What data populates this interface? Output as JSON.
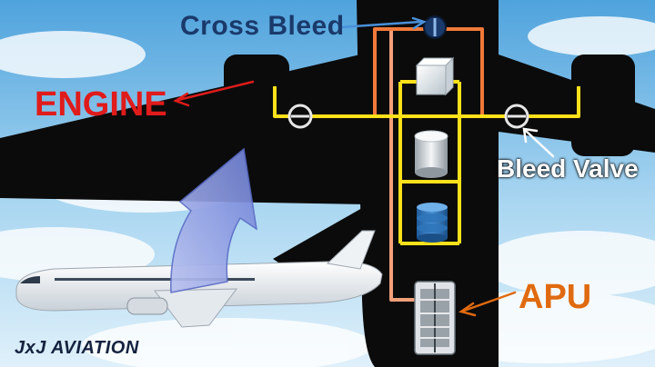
{
  "labels": {
    "cross_bleed": "Cross Bleed",
    "engine": "ENGINE",
    "bleed_valve": "Bleed Valve",
    "apu": "APU"
  },
  "branding": {
    "watermark": "JxJ AVIATION"
  },
  "colors": {
    "cross_bleed_label": "#1a3a6b",
    "engine_label": "#e01b1b",
    "apu_label": "#e06a10",
    "bleed_duct": "#ffe11a",
    "apu_duct": "#f2a07a",
    "cross_bleed_duct": "#f07a3a",
    "aircraft_silhouette": "#0b0b0b",
    "sky": "#6fb6e6"
  }
}
